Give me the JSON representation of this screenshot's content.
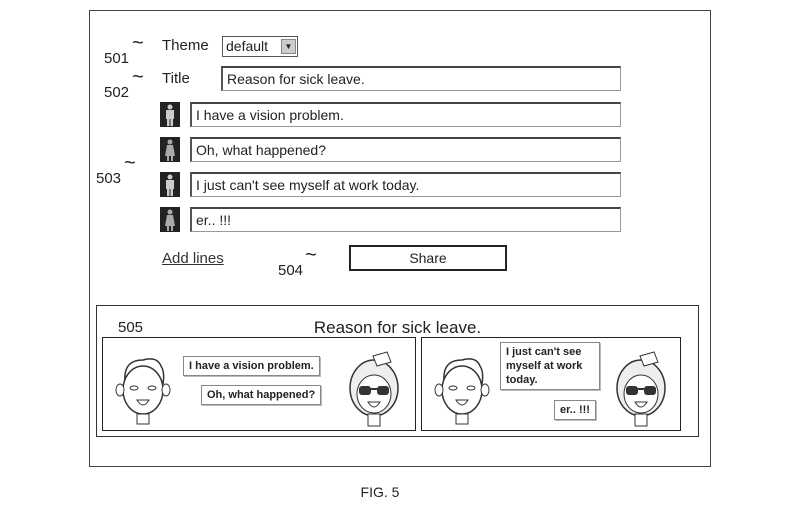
{
  "form": {
    "theme_label": "Theme",
    "theme_value": "default",
    "title_label": "Title",
    "title_value": "Reason for sick leave.",
    "lines": [
      {
        "speaker": "male",
        "text": "I have a vision problem."
      },
      {
        "speaker": "female",
        "text": "Oh, what happened?"
      },
      {
        "speaker": "male",
        "text": "I just can't see myself at work today."
      },
      {
        "speaker": "female",
        "text": "er.. !!!"
      }
    ],
    "add_lines_label": "Add lines",
    "share_label": "Share"
  },
  "refs": {
    "theme": "501",
    "title": "502",
    "lines": "503",
    "share": "504",
    "preview": "505"
  },
  "preview": {
    "title": "Reason for sick leave.",
    "panels": [
      {
        "bubble_male": "I have a vision problem.",
        "bubble_female": "Oh, what happened?"
      },
      {
        "bubble_male": "I just can't see myself at work today.",
        "bubble_female": "er.. !!!"
      }
    ]
  },
  "figure_label": "FIG. 5"
}
